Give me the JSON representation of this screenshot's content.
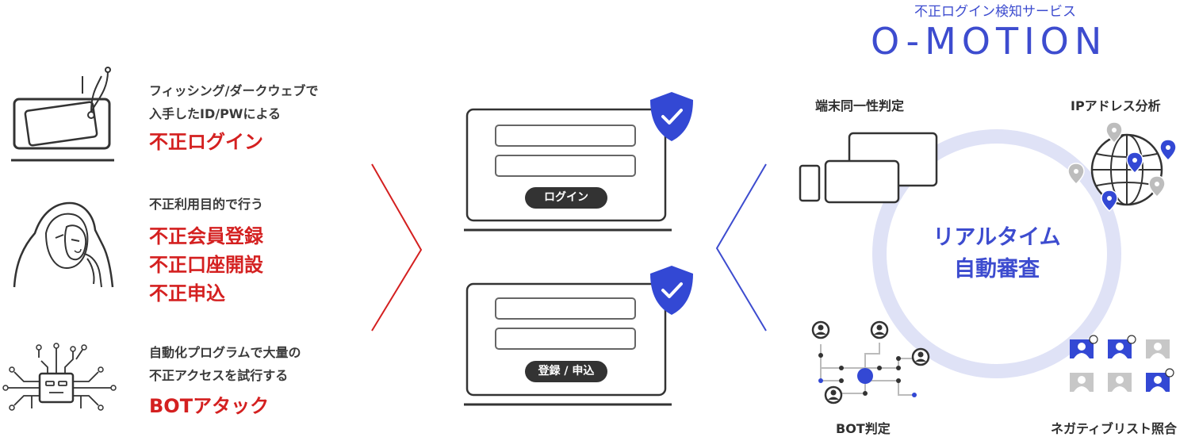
{
  "brand": {
    "tagline": "不正ログイン検知サービス",
    "logo": "O-MOTION",
    "accent_color": "#3d4ccf"
  },
  "threats": [
    {
      "icon": "phishing-laptop-icon",
      "desc_line1": "フィッシング/ダークウェブで",
      "desc_line2": "入手したID/PWによる",
      "titles": [
        "不正ログイン"
      ]
    },
    {
      "icon": "hooded-hacker-icon",
      "desc_line1": "不正利用目的で行う",
      "titles": [
        "不正会員登録",
        "不正口座開設",
        "不正申込"
      ]
    },
    {
      "icon": "bot-icon",
      "desc_line1": "自動化プログラムで大量の",
      "desc_line2": "不正アクセスを試行する",
      "titles": [
        "BOTアタック"
      ]
    }
  ],
  "forms": {
    "login_button": "ログイン",
    "register_button": "登録 / 申込"
  },
  "features": {
    "device": "端末同一性判定",
    "ip": "IPアドレス分析",
    "bot": "BOT判定",
    "negative": "ネガティブリスト照合"
  },
  "center": {
    "line1": "リアルタイム",
    "line2": "自動審査"
  },
  "colors": {
    "threat_red": "#d42020",
    "ring": "#dfe2f6",
    "shield": "#3348d4"
  }
}
